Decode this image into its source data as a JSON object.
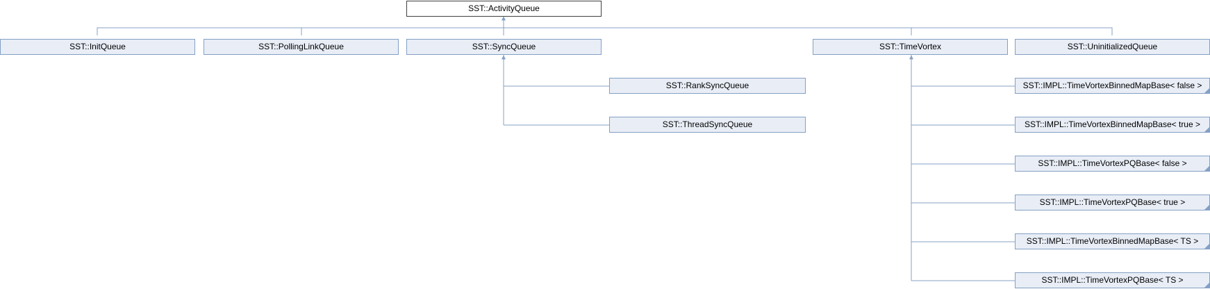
{
  "diagram": {
    "root": "SST::ActivityQueue",
    "children": [
      "SST::InitQueue",
      "SST::PollingLinkQueue",
      "SST::SyncQueue",
      "SST::TimeVortex",
      "SST::UninitializedQueue"
    ],
    "sync_children": [
      "SST::RankSyncQueue",
      "SST::ThreadSyncQueue"
    ],
    "vortex_children": [
      "SST::IMPL::TimeVortexBinnedMapBase< false >",
      "SST::IMPL::TimeVortexBinnedMapBase< true >",
      "SST::IMPL::TimeVortexPQBase< false >",
      "SST::IMPL::TimeVortexPQBase< true >",
      "SST::IMPL::TimeVortexBinnedMapBase< TS >",
      "SST::IMPL::TimeVortexPQBase< TS >"
    ],
    "colors": {
      "edge": "#84a0c4",
      "node_fill": "#e8edf6",
      "node_border": "#84a0c4",
      "root_border": "#404040"
    }
  }
}
